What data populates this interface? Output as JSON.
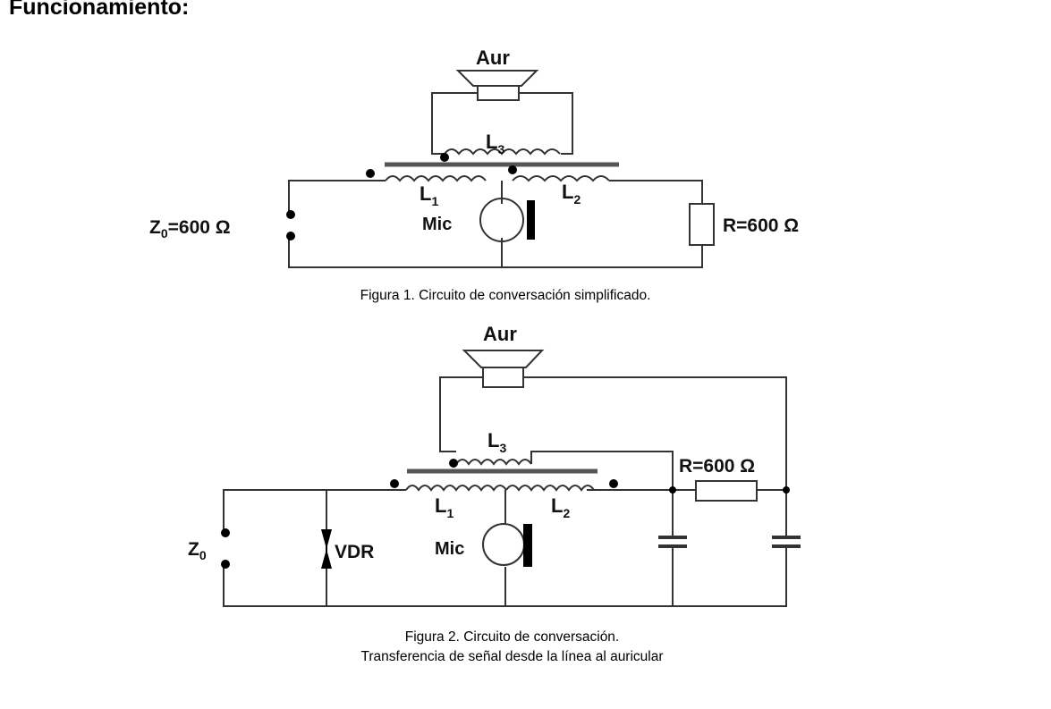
{
  "heading": "Funcionamiento:",
  "figure1": {
    "caption": "Figura 1. Circuito de conversación simplificado.",
    "labels": {
      "aur": "Aur",
      "l1": "L",
      "l1_sub": "1",
      "l2": "L",
      "l2_sub": "2",
      "l3": "L",
      "l3_sub": "3",
      "mic": "Mic",
      "z0": "Z",
      "z0_sub": "0",
      "z0_value": "=600 Ω",
      "r": "R=600 Ω"
    }
  },
  "figure2": {
    "caption_line1": "Figura 2. Circuito de conversación.",
    "caption_line2": "Transferencia de señal desde la línea al auricular",
    "labels": {
      "aur": "Aur",
      "l1": "L",
      "l1_sub": "1",
      "l2": "L",
      "l2_sub": "2",
      "l3": "L",
      "l3_sub": "3",
      "mic": "Mic",
      "z0": "Z",
      "z0_sub": "0",
      "vdr": "VDR",
      "r": "R=600 Ω"
    }
  }
}
